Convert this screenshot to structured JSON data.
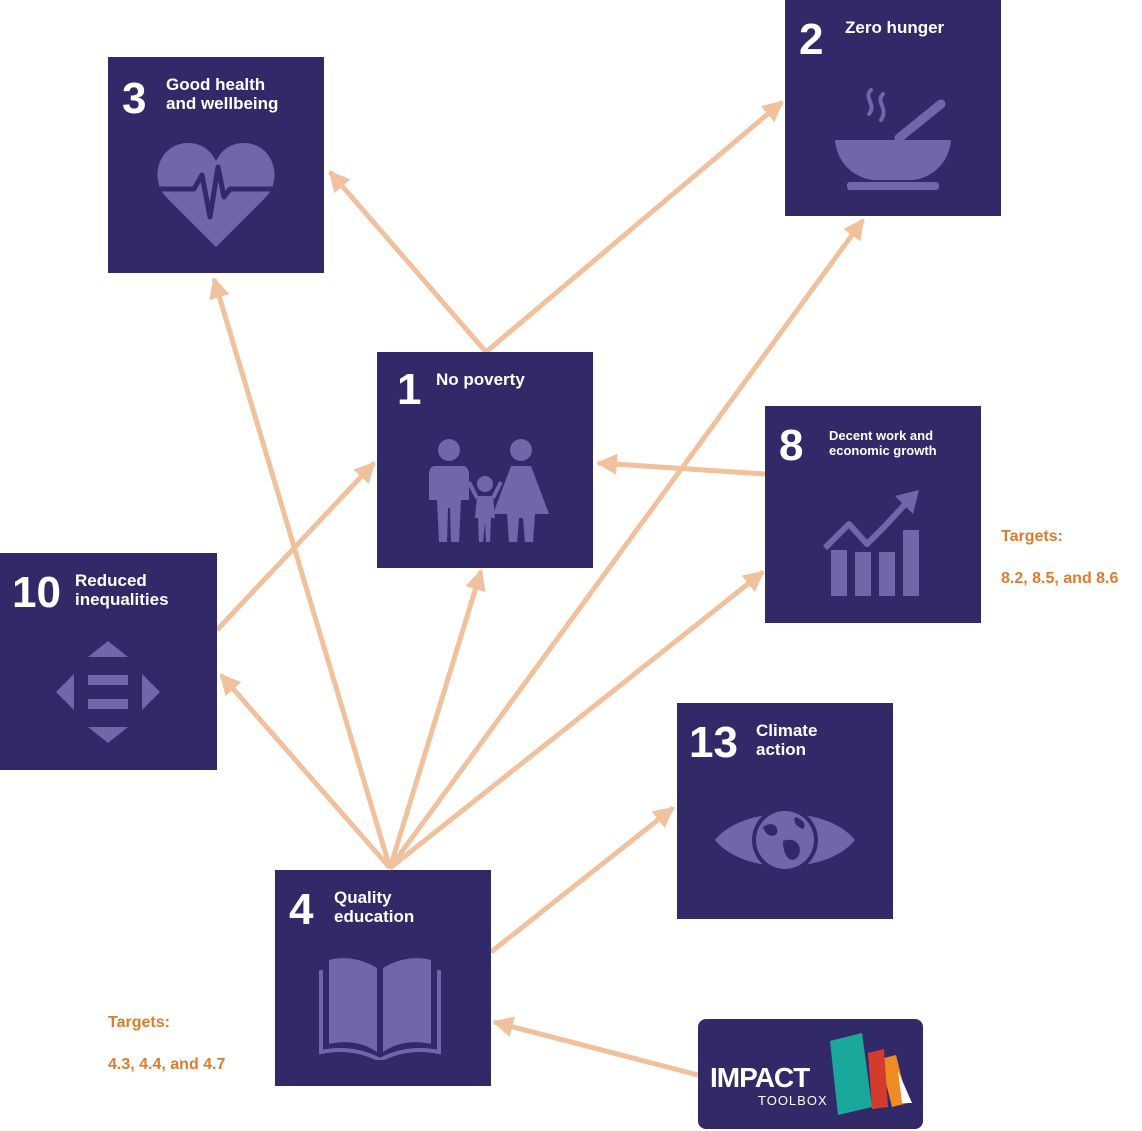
{
  "tiles": [
    {
      "id": "sdg3",
      "number": "3",
      "title": "Good health\nand wellbeing",
      "icon": "heart-pulse-icon"
    },
    {
      "id": "sdg2",
      "number": "2",
      "title": "Zero hunger",
      "icon": "food-bowl-icon"
    },
    {
      "id": "sdg1",
      "number": "1",
      "title": "No poverty",
      "icon": "family-icon"
    },
    {
      "id": "sdg8",
      "number": "8",
      "title": "Decent work and\neconomic growth",
      "icon": "growth-chart-icon"
    },
    {
      "id": "sdg10",
      "number": "10",
      "title": "Reduced\ninequalities",
      "icon": "equality-arrows-icon"
    },
    {
      "id": "sdg13",
      "number": "13",
      "title": "Climate\naction",
      "icon": "globe-eye-icon"
    },
    {
      "id": "sdg4",
      "number": "4",
      "title": "Quality\neducation",
      "icon": "open-book-icon"
    }
  ],
  "targets": {
    "sdg8": {
      "label": "Targets:",
      "values": "8.2, 8.5, and 8.6"
    },
    "sdg4": {
      "label": "Targets:",
      "values": "4.3, 4.4, and 4.7"
    }
  },
  "edges": [
    {
      "from": "sdg1",
      "to": "sdg3"
    },
    {
      "from": "sdg1",
      "to": "sdg2"
    },
    {
      "from": "sdg8",
      "to": "sdg1"
    },
    {
      "from": "sdg10",
      "to": "sdg1"
    },
    {
      "from": "sdg4",
      "to": "sdg3"
    },
    {
      "from": "sdg4",
      "to": "sdg2"
    },
    {
      "from": "sdg4",
      "to": "sdg1"
    },
    {
      "from": "sdg4",
      "to": "sdg8"
    },
    {
      "from": "sdg4",
      "to": "sdg10"
    },
    {
      "from": "sdg4",
      "to": "sdg13"
    },
    {
      "from": "logo",
      "to": "sdg4"
    }
  ],
  "logo": {
    "word": "IMPACT",
    "sub": "TOOLBOX"
  },
  "colors": {
    "tile": "#322a68",
    "icon": "#6f67a8",
    "arrow": "#f0c19c",
    "targets": "#e07b2d",
    "logo_teal": "#1aa89c",
    "logo_red": "#d23b2e",
    "logo_orange": "#f08a24"
  }
}
